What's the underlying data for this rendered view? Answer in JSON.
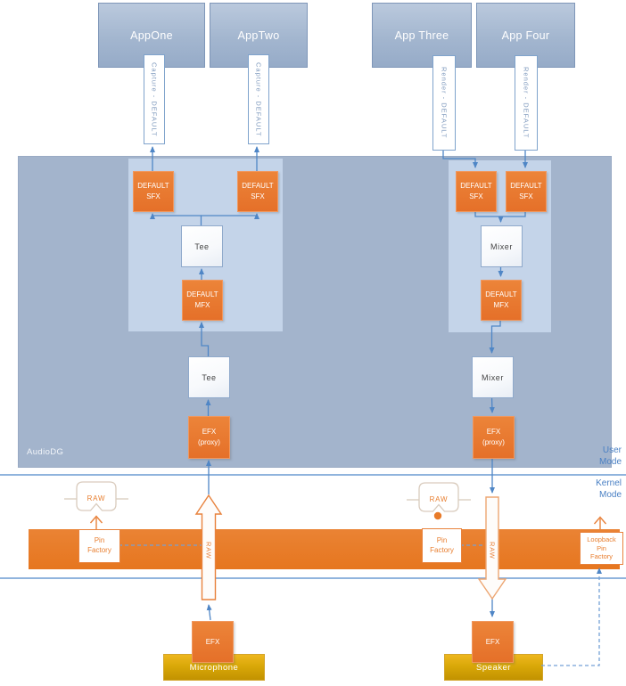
{
  "apps": [
    {
      "label": "AppOne",
      "stream": "Capture - DEFAULT"
    },
    {
      "label": "AppTwo",
      "stream": "Capture - DEFAULT"
    },
    {
      "label": "App Three",
      "stream": "Render - DEFAULT"
    },
    {
      "label": "App Four",
      "stream": "Render - DEFAULT"
    }
  ],
  "audiodg": {
    "label": "AudioDG",
    "capture_graph": {
      "sfx_app1": "DEFAULT\nSFX",
      "sfx_app2": "DEFAULT\nSFX",
      "tee_upper": "Tee",
      "mfx": "DEFAULT\nMFX",
      "tee_lower": "Tee",
      "efx_proxy": "EFX\n(proxy)"
    },
    "render_graph": {
      "sfx_app3": "DEFAULT\nSFX",
      "sfx_app4": "DEFAULT\nSFX",
      "mixer_upper": "Mixer",
      "mfx": "DEFAULT\nMFX",
      "mixer_lower": "Mixer",
      "efx_proxy": "EFX\n(proxy)"
    }
  },
  "modes": {
    "user": "User\nMode",
    "kernel": "Kernel\nMode"
  },
  "driver": {
    "capture_pin": {
      "badge": "RAW",
      "factory": "Pin\nFactory",
      "stream_label": "RAW"
    },
    "render_pin": {
      "badge": "RAW",
      "factory": "Pin\nFactory",
      "stream_label": "RAW"
    },
    "loopback_factory": "Loopback\nPin\nFactory"
  },
  "endpoints": {
    "microphone": {
      "efx": "EFX",
      "label": "Microphone"
    },
    "speaker": {
      "efx": "EFX",
      "label": "Speaker"
    }
  },
  "colors": {
    "orange": "#e87a28",
    "blue_arrow": "#4f86c6",
    "dashed_blue": "#74a0d6",
    "audiodg_bg": "#a3b4cc",
    "panel_bg": "#c4d4e9",
    "app_bg": "#a9bcd4",
    "gold": "#d9a808",
    "mode_text": "#4a80c4"
  }
}
